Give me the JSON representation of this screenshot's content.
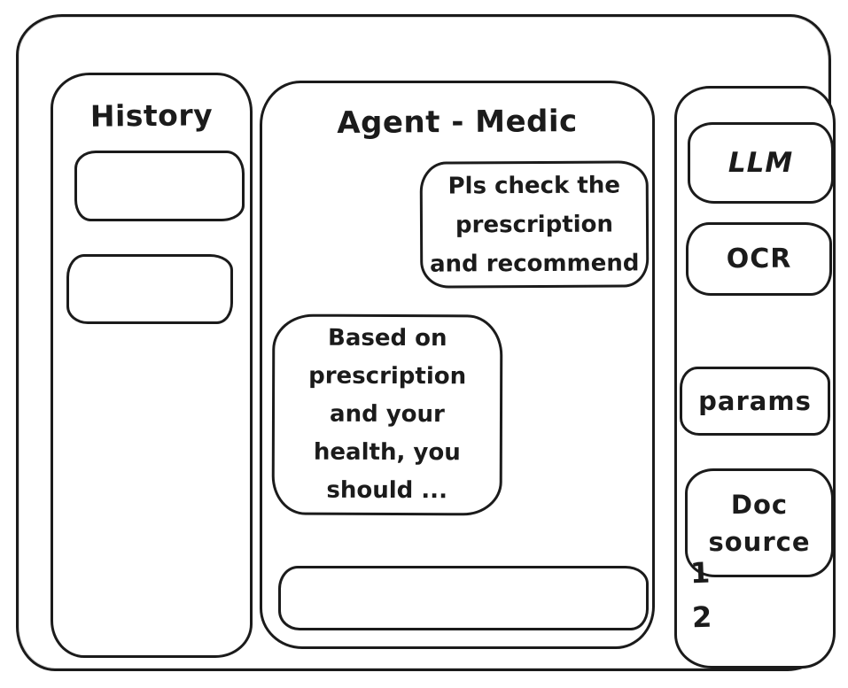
{
  "window": {
    "background": "#ffffff",
    "ink": "#1b1b1b"
  },
  "sidebar": {
    "title": "History",
    "items": [
      "",
      ""
    ]
  },
  "chat": {
    "title": "Agent - Medic",
    "messages": [
      {
        "role": "user",
        "text": "Pls check the\nprescription\nand recommend"
      },
      {
        "role": "assistant",
        "text": "Based on\nprescription\nand your\nhealth, you\nshould ..."
      }
    ],
    "input": {
      "value": "",
      "placeholder": ""
    }
  },
  "tools": {
    "buttons": [
      {
        "id": "llm",
        "label": "LLM"
      },
      {
        "id": "ocr",
        "label": "OCR"
      },
      {
        "id": "params",
        "label": "params"
      },
      {
        "id": "doc-source",
        "label": "Doc\nsource"
      }
    ],
    "annotations": [
      "1",
      "2"
    ]
  }
}
